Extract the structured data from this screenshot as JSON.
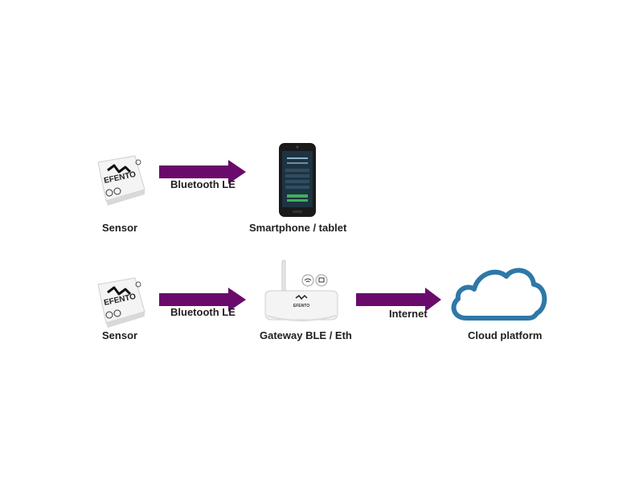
{
  "colors": {
    "arrow": "#6a0a6c",
    "cloud": "#2e78a8",
    "device_body": "#f2f2f2",
    "phone_screen": "#1e3342"
  },
  "sensor": {
    "brand": "EFENTO",
    "icons": [
      "thermometer-icon",
      "humidity-drop-icon",
      "bluetooth-icon"
    ]
  },
  "gateway": {
    "brand": "EFENTO",
    "icons": [
      "wifi-icon",
      "ethernet-icon"
    ]
  },
  "row1": {
    "source_label": "Sensor",
    "link_label": "Bluetooth LE",
    "target_label": "Smartphone / tablet"
  },
  "row2": {
    "source_label": "Sensor",
    "link1_label": "Bluetooth LE",
    "gateway_label": "Gateway BLE / Eth",
    "link2_label": "Internet",
    "cloud_label": "Cloud platform"
  }
}
